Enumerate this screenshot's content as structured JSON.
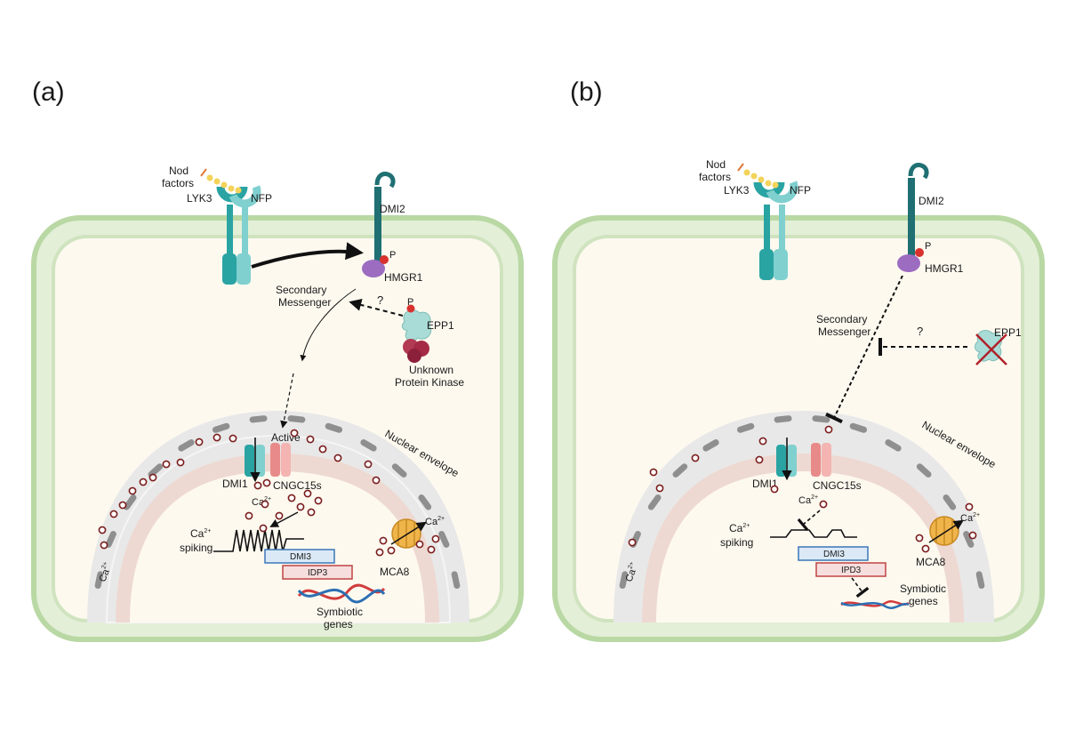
{
  "colors": {
    "cell_wall": "#cfe3bf",
    "cell_wall_stroke": "#a9cd92",
    "cytoplasm": "#fdf9ef",
    "nuclear_envelope": "#e6e6e6",
    "nuclear_membrane": "#e9d3cc",
    "pore": "#8f8f8f",
    "receptor_teal": "#2aa3a3",
    "receptor_light": "#7fd0cf",
    "dmi2": "#1f6f73",
    "hmgr1": "#9b6cc0",
    "phospho": "#d9322e",
    "epp1": "#a9dcd6",
    "kinase": "#b23a52",
    "cngc": "#f0a3a1",
    "mca8": "#f0b54a",
    "calcium": "#ffffff",
    "calcium_stroke": "#7a1c1c",
    "arrow": "#111111",
    "dna_red": "#d13c3c",
    "dna_blue": "#2b6fb3"
  },
  "panel_a": {
    "label": "(a)",
    "nod_factors": "Nod\nfactors",
    "lyk3": "LYK3",
    "nfp": "NFP",
    "dmi2": "DMI2",
    "p1": "P",
    "hmgr1": "HMGR1",
    "secondary_messenger": "Secondary\nMessenger",
    "question": "?",
    "p2": "P",
    "epp1": "EPP1",
    "unknown_kinase": "Unknown\nProtein Kinase",
    "active": "Active",
    "nuclear_envelope": "Nuclear envelope",
    "dmi1": "DMI1",
    "cngc15s": "CNGC15s",
    "ca_nuc": "Ca",
    "ca_spiking": "Ca\nspiking",
    "ca_sup": "2+",
    "dmi3": "DMI3",
    "idp3": "IDP3",
    "symbiotic_genes": "Symbiotic\ngenes",
    "mca8": "MCA8",
    "ca_mca": "Ca",
    "ca_side": "Ca"
  },
  "panel_b": {
    "label": "(b)",
    "nod_factors": "Nod\nfactors",
    "lyk3": "LYK3",
    "nfp": "NFP",
    "dmi2": "DMI2",
    "p1": "P",
    "hmgr1": "HMGR1",
    "secondary_messenger": "Secondary\nMessenger",
    "question": "?",
    "epp1": "EPP1",
    "nuclear_envelope": "Nuclear envelope",
    "dmi1": "DMI1",
    "cngc15s": "CNGC15s",
    "ca_nuc": "Ca",
    "ca_spiking": "Ca\nspiking",
    "ca_sup": "2+",
    "dmi3": "DMI3",
    "ipd3": "IPD3",
    "symbiotic_genes": "Symbiotic\ngenes",
    "mca8": "MCA8",
    "ca_mca": "Ca",
    "ca_side": "Ca"
  }
}
